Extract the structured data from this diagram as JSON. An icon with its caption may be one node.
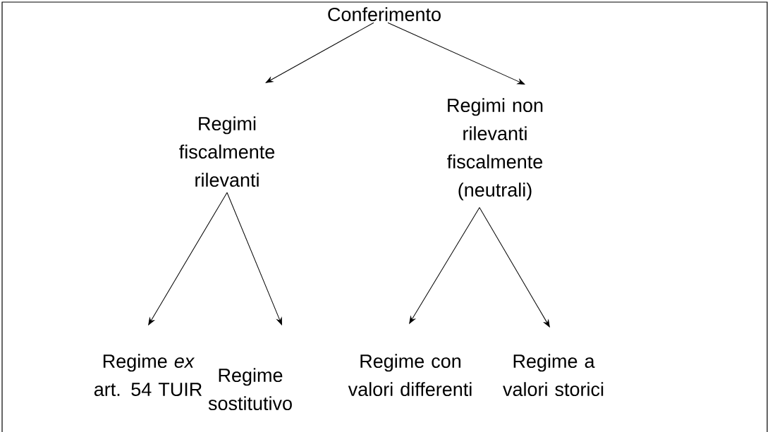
{
  "diagram": {
    "nodes": [
      {
        "text": [
          "Conferimento"
        ]
      },
      {
        "text": [
          "Regimi fiscalmente rilevanti"
        ]
      },
      {
        "text": [
          "Regimi non rilevanti fiscalmente (neutrali)"
        ]
      },
      {
        "text": [
          "Regime *ex* art. 54 TUIR"
        ]
      },
      {
        "text": [
          "Regime sostitutivo"
        ]
      },
      {
        "text": [
          "Regime con valori differenti"
        ]
      },
      {
        "text": [
          "Regime a valori storici"
        ]
      }
    ],
    "edges": [
      {
        "from": 0,
        "to": 1,
        "arrow": "to"
      },
      {
        "from": 0,
        "to": 2,
        "arrow": "to"
      },
      {
        "from": 1,
        "to": 3,
        "arrow": "to"
      },
      {
        "from": 1,
        "to": 4,
        "arrow": "to"
      },
      {
        "from": 2,
        "to": 5,
        "arrow": "to"
      },
      {
        "from": 2,
        "to": 6,
        "arrow": "to"
      }
    ]
  }
}
